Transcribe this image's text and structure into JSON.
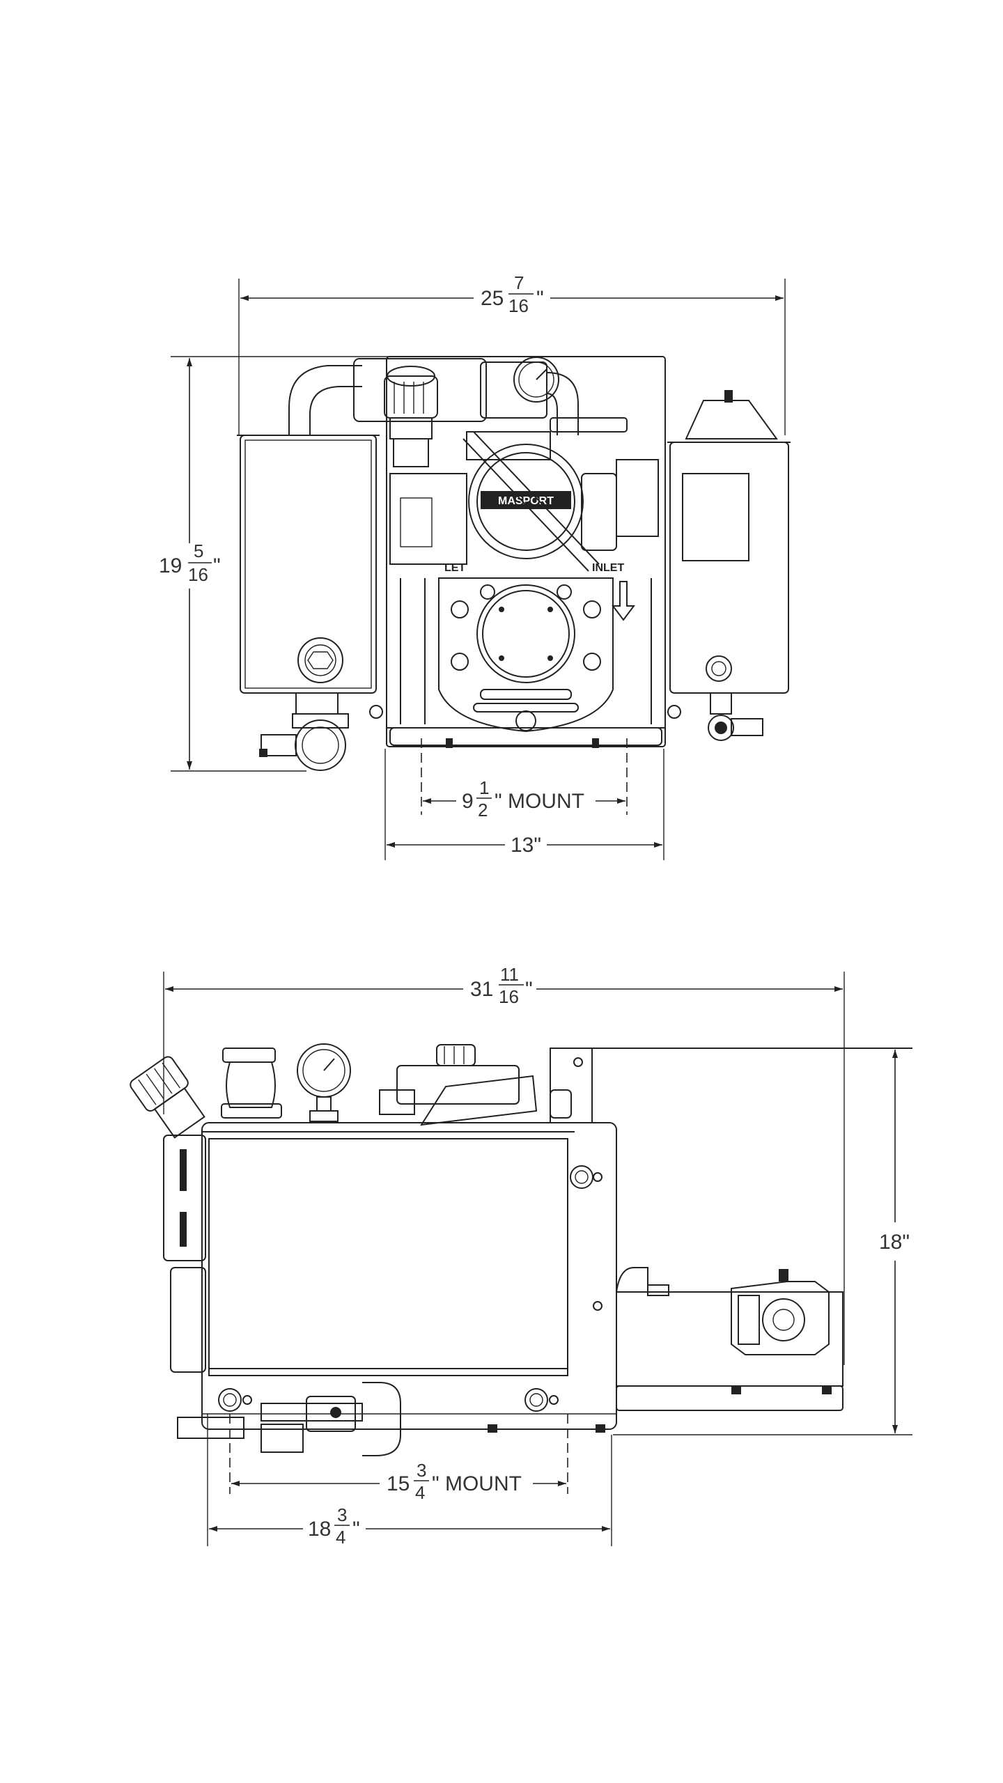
{
  "front_view": {
    "overall_width": {
      "whole": "25",
      "num": "7",
      "den": "16",
      "unit": "\""
    },
    "overall_height": {
      "whole": "19",
      "num": "5",
      "den": "16",
      "unit": "\""
    },
    "mount_width": {
      "whole": "9",
      "num": "1",
      "den": "2",
      "unit": "\" MOUNT"
    },
    "base_width": "13\"",
    "labels": {
      "outlet": "LET",
      "inlet": "INLET",
      "brand": "MASPORT"
    }
  },
  "side_view": {
    "overall_length": {
      "whole": "31",
      "num": "11",
      "den": "16",
      "unit": "\""
    },
    "height": "18\"",
    "mount_length": {
      "whole": "15",
      "num": "3",
      "den": "4",
      "unit": "\" MOUNT"
    },
    "base_length": {
      "whole": "18",
      "num": "3",
      "den": "4",
      "unit": "\""
    }
  }
}
